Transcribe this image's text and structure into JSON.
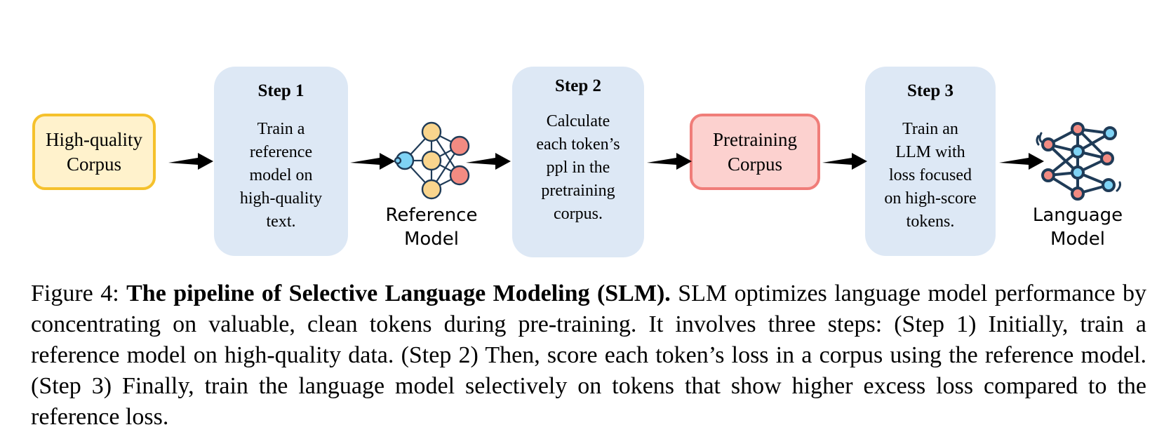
{
  "diagram": {
    "high_quality_corpus": {
      "line1": "High-quality",
      "line2": "Corpus"
    },
    "step1": {
      "title": "Step 1",
      "lines": [
        "Train a",
        "reference",
        "model on",
        "high-quality",
        "text."
      ]
    },
    "reference_model": {
      "line1": "Reference",
      "line2": "Model"
    },
    "step2": {
      "title": "Step 2",
      "lines": [
        "Calculate",
        "each token’s",
        "ppl in the",
        "pretraining",
        "corpus."
      ]
    },
    "pretraining_corpus": {
      "line1": "Pretraining",
      "line2": "Corpus"
    },
    "step3": {
      "title": "Step 3",
      "lines": [
        "Train an",
        "LLM with",
        "loss focused",
        "on high-score",
        "tokens."
      ]
    },
    "language_model": {
      "line1": "Language",
      "line2": "Model"
    }
  },
  "colors": {
    "hq_fill": "#fff2cc",
    "hq_border": "#f5c12c",
    "pre_fill": "#fcd1cf",
    "pre_border": "#f07d79",
    "step_fill": "#dde8f5",
    "node_yellow": "#f9d58d",
    "node_red": "#f28b82",
    "node_blue": "#7fd3f5",
    "node_outline": "#1f3b57"
  },
  "icons": [
    "arrow-right-icon",
    "neural-network-icon"
  ],
  "caption": {
    "label": "Figure 4:",
    "bold": "The pipeline of Selective Language Modeling (SLM).",
    "body": "SLM optimizes language model performance by concentrating on valuable, clean tokens during pre-training. It involves three steps: (Step 1) Initially, train a reference model on high-quality data. (Step 2) Then, score each token’s loss in a corpus using the reference model. (Step 3) Finally, train the language model selectively on tokens that show higher excess loss compared to the reference loss."
  }
}
